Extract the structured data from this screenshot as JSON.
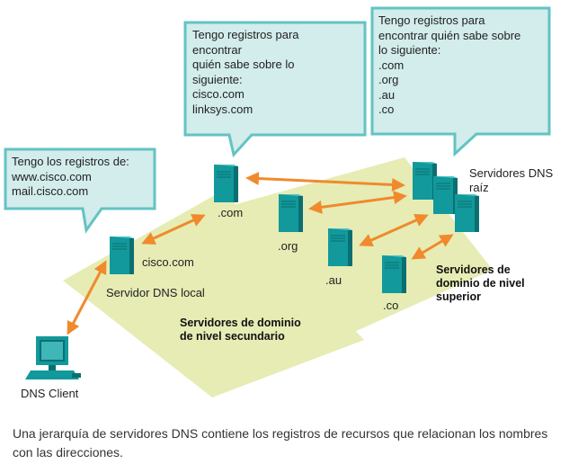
{
  "bubbles": {
    "local": [
      "Tengo los registros de:",
      "www.cisco.com",
      "mail.cisco.com"
    ],
    "com": [
      "Tengo registros para",
      "encontrar",
      "quién sabe sobre lo",
      "siguiente:",
      "cisco.com",
      "linksys.com"
    ],
    "root": [
      "Tengo registros para",
      "encontrar quién sabe sobre",
      "lo siguiente:",
      ".com",
      ".org",
      ".au",
      ".co"
    ]
  },
  "labels": {
    "com": ".com",
    "org": ".org",
    "au": ".au",
    "co": ".co",
    "cisco": "cisco.com",
    "local_server": "Servidor DNS local",
    "root_servers": "Servidores DNS\nraíz",
    "client": "DNS Client",
    "second_level": "Servidores de dominio\nde nivel secundario",
    "top_level": "Servidores de\ndominio de nivel\nsuperior"
  },
  "caption": "Una jerarquía de servidores DNS contiene los registros de recursos que relacionan los nombres con las direcciones.",
  "colors": {
    "bubble_fill": "#d3ecec",
    "bubble_border": "#63c3c3",
    "plane_fill": "#e6ecb4",
    "arrow": "#f08a2c",
    "server": "#12999b",
    "server_dark": "#0b6f72"
  }
}
